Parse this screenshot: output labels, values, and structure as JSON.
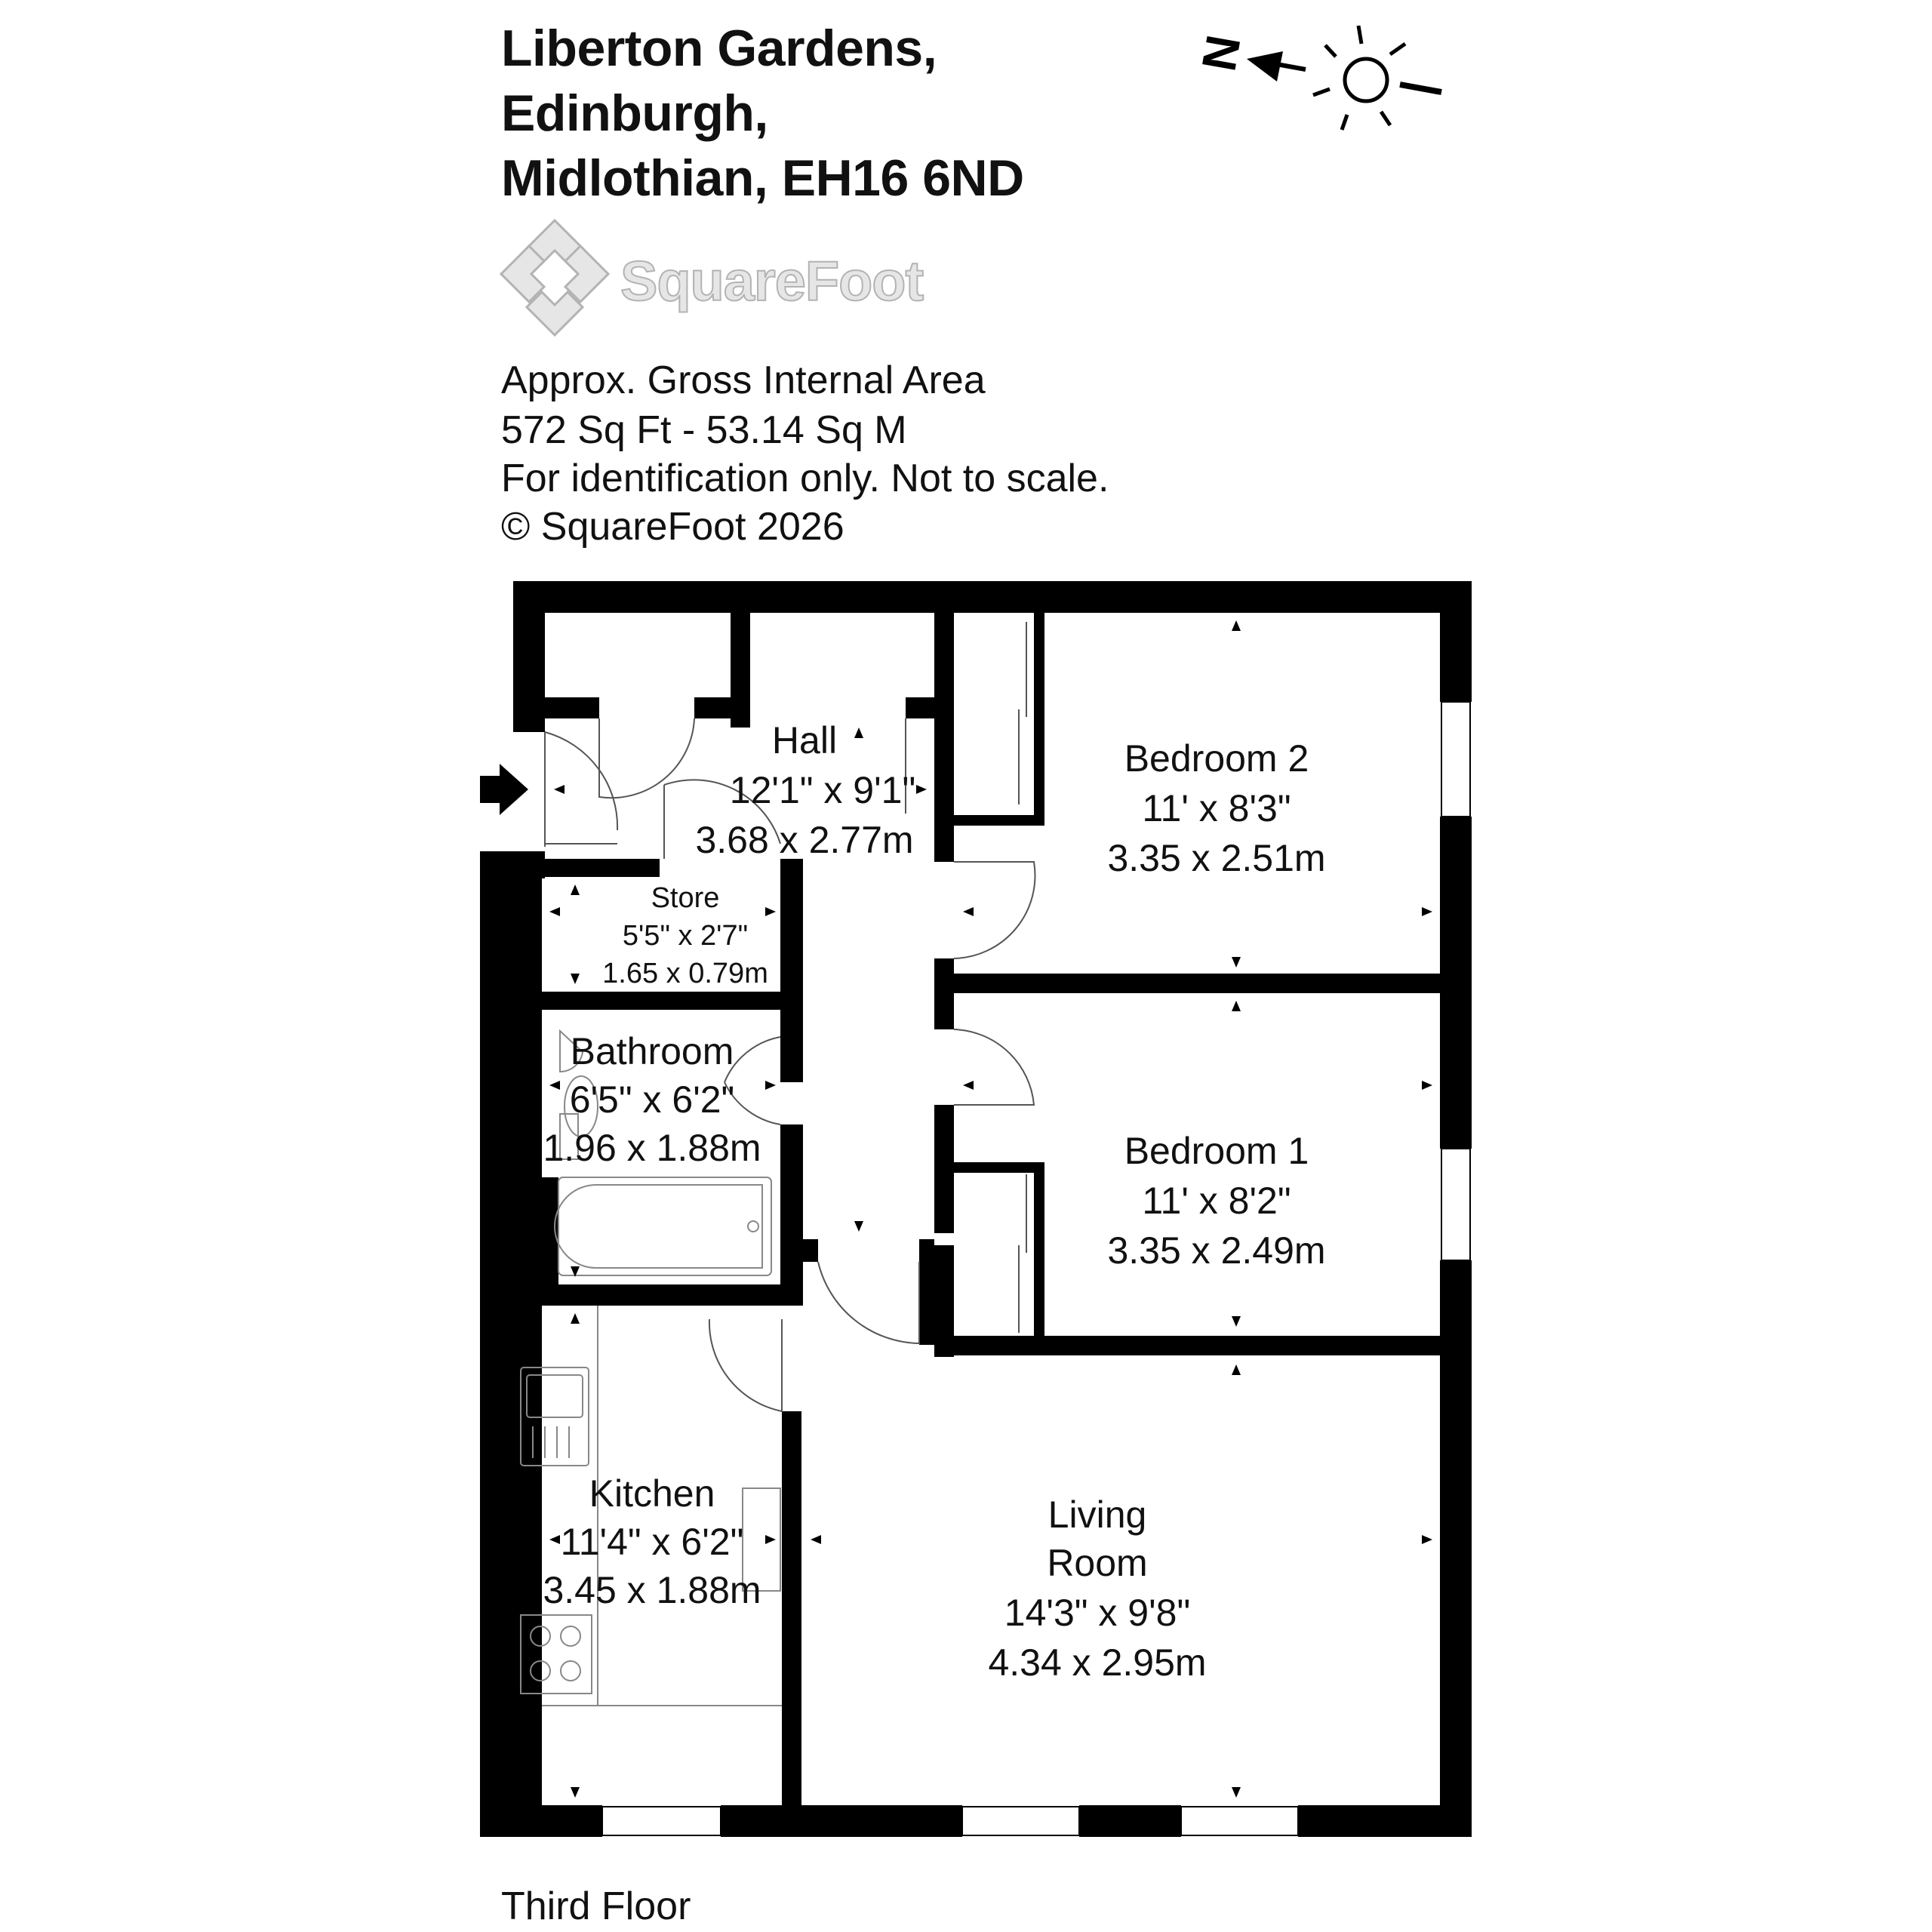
{
  "header": {
    "address_line1": "Liberton Gardens,",
    "address_line2": "Edinburgh,",
    "address_line3": "Midlothian, EH16 6ND"
  },
  "logo": {
    "name": "SquareFoot"
  },
  "info": {
    "line1": "Approx. Gross Internal Area",
    "line2": "572 Sq Ft  -  53.14 Sq M",
    "line3": "For identification only. Not to scale.",
    "line4": "© SquareFoot 2026"
  },
  "compass": {
    "north_label": "N",
    "icons": [
      "north-arrow-icon",
      "sun-icon"
    ]
  },
  "rooms": {
    "hall": {
      "name": "Hall",
      "imperial": "12'1\" x 9'1\"",
      "metric": "3.68 x 2.77m"
    },
    "store": {
      "name": "Store",
      "imperial": "5'5\" x 2'7\"",
      "metric": "1.65 x 0.79m"
    },
    "bathroom": {
      "name": "Bathroom",
      "imperial": "6'5\" x 6'2\"",
      "metric": "1.96 x 1.88m"
    },
    "kitchen": {
      "name": "Kitchen",
      "imperial": "11'4\" x 6'2\"",
      "metric": "3.45 x 1.88m"
    },
    "bedroom2": {
      "name": "Bedroom 2",
      "imperial": "11' x 8'3\"",
      "metric": "3.35 x 2.51m"
    },
    "bedroom1": {
      "name": "Bedroom 1",
      "imperial": "11' x 8'2\"",
      "metric": "3.35 x 2.49m"
    },
    "living": {
      "name_line1": "Living",
      "name_line2": "Room",
      "imperial": "14'3\" x 9'8\"",
      "metric": "4.34 x 2.95m"
    }
  },
  "floor": {
    "label": "Third Floor"
  },
  "colors": {
    "wall": "#000000",
    "logo": "#c8c8c8",
    "fixture_stroke": "#888888"
  }
}
